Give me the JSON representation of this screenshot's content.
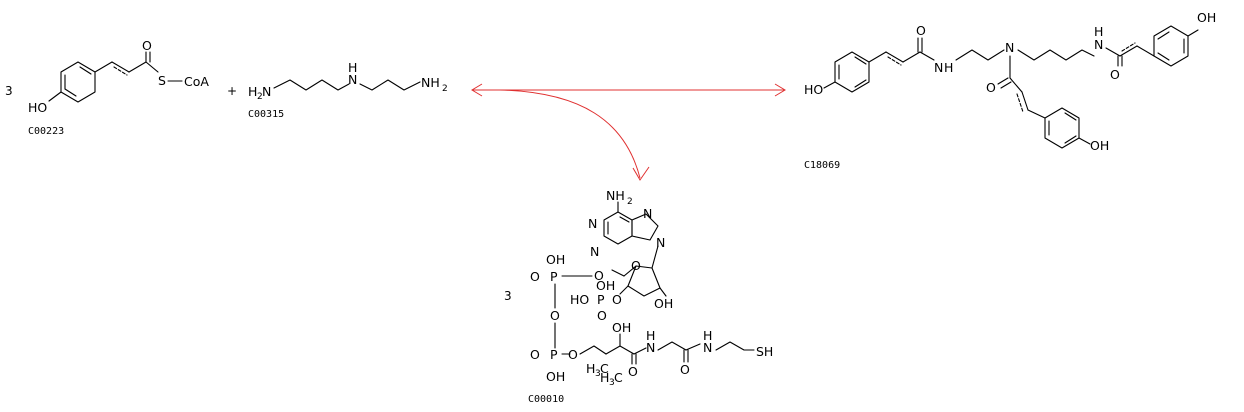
{
  "reaction": {
    "substrate_1": {
      "coefficient": "3",
      "id": "C00223",
      "labels": {
        "hydroxyl": "HO",
        "sulfur": "S",
        "coa": "CoA",
        "oxygen": "O"
      }
    },
    "plus_sign": "+",
    "substrate_2": {
      "id": "C00315",
      "labels": {
        "amine_left": "H",
        "amine_left_n": "N",
        "amine_left_sub": "2",
        "amine_mid": "H",
        "amine_mid_n": "N",
        "amine_right": "NH",
        "amine_right_sub": "2"
      }
    },
    "product_main": {
      "id": "C18069",
      "labels": {
        "oh_left": "HO",
        "oh_right": "OH",
        "oh_bottom": "OH",
        "o": "O",
        "n_amide": "N",
        "h_amide": "H",
        "n_tert": "N"
      }
    },
    "coproduct": {
      "coefficient": "3",
      "id": "C00010",
      "labels": {
        "nh2": "NH",
        "nh2_sub": "2",
        "n": "N",
        "o": "O",
        "oh": "OH",
        "ho": "HO",
        "p": "P",
        "sh": "SH",
        "h3c": "H",
        "h3c_sub": "3",
        "c": "C",
        "h": "H"
      }
    },
    "colors": {
      "arrow": "#e03030",
      "bonds": "#000000"
    }
  }
}
